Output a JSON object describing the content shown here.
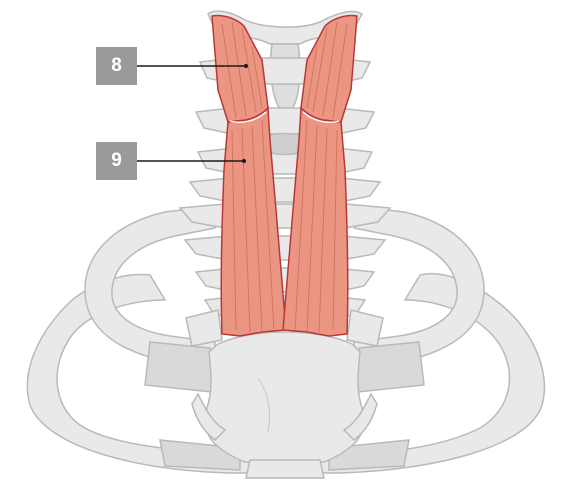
{
  "colors": {
    "bone_fill": "#e9e9e9",
    "bone_stroke": "#b9b9b9",
    "cartilage_fill": "#d9d9d9",
    "muscle_fill": "#ea9683",
    "muscle_stroke": "#b9373a",
    "muscle_fiber": "#d4715f",
    "callout_fill": "#9a9a9a",
    "leader_line": "#1a1a1a"
  },
  "callouts": [
    {
      "label": "8",
      "target": "upper-muscle-segment"
    },
    {
      "label": "9",
      "target": "lower-muscle-segment"
    }
  ]
}
